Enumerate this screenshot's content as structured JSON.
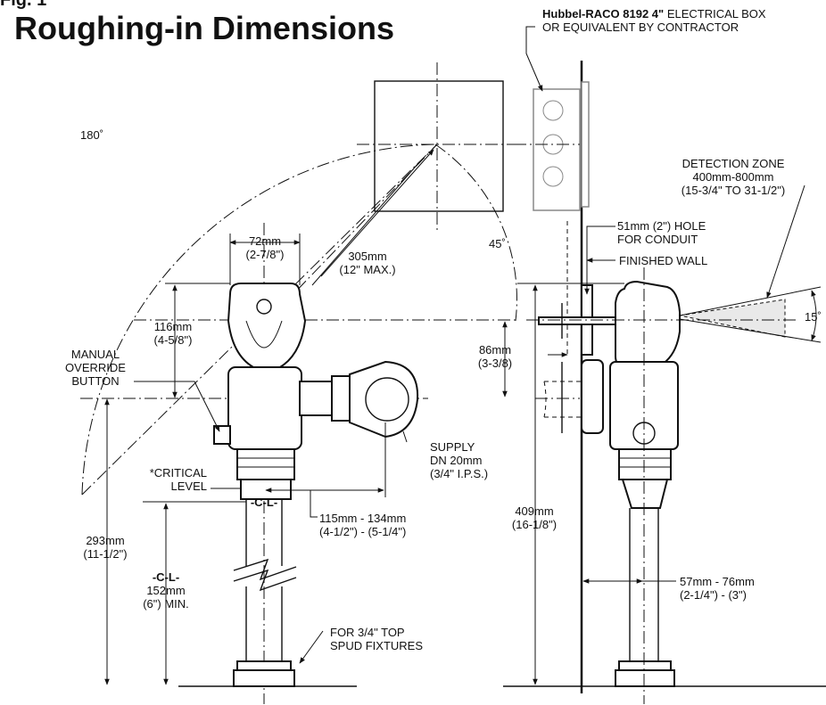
{
  "figure": {
    "label": "Fig. 1",
    "title": "Roughing-in Dimensions"
  },
  "callouts": {
    "electrical_box_bold": "Hubbel-RACO 8192 4\"",
    "electrical_box_rest": " ELECTRICAL BOX",
    "electrical_box_line2": "OR EQUIVALENT BY CONTRACTOR",
    "detection_zone_1": "DETECTION ZONE",
    "detection_zone_2": "400mm-800mm",
    "detection_zone_3": "(15-3/4\" TO 31-1/2\")",
    "hole_1": "51mm (2\") HOLE",
    "hole_2": "FOR CONDUIT",
    "finished_wall": "FINISHED WALL",
    "manual_1": "MANUAL",
    "manual_2": "OVERRIDE",
    "manual_3": "BUTTON",
    "supply_1": "SUPPLY",
    "supply_2": "DN 20mm",
    "supply_3": "(3/4\" I.P.S.)",
    "critical_1": "*CRITICAL",
    "critical_2": "LEVEL",
    "spud_1": "FOR 3/4\" TOP",
    "spud_2": "SPUD FIXTURES"
  },
  "dimensions": {
    "angle_180": "180˚",
    "angle_45": "45˚",
    "angle_15": "15˚",
    "w72_1": "72mm",
    "w72_2": "(2-7/8\")",
    "r305_1": "305mm",
    "r305_2": "(12\" MAX.)",
    "h116_1": "116mm",
    "h116_2": "(4-5/8\")",
    "h86_1": "86mm",
    "h86_2": "(3-3/8)",
    "h293_1": "293mm",
    "h293_2": "(11-1/2\")",
    "cl_mark": "-C-L-",
    "h152_1": "152mm",
    "h152_2": "(6\") MIN.",
    "w115_1": "115mm - 134mm",
    "w115_2": "(4-1/2\") - (5-1/4\")",
    "h409_1": "409mm",
    "h409_2": "(16-1/8\")",
    "w57_1": "57mm - 76mm",
    "w57_2": "(2-1/4\") - (3\")"
  }
}
